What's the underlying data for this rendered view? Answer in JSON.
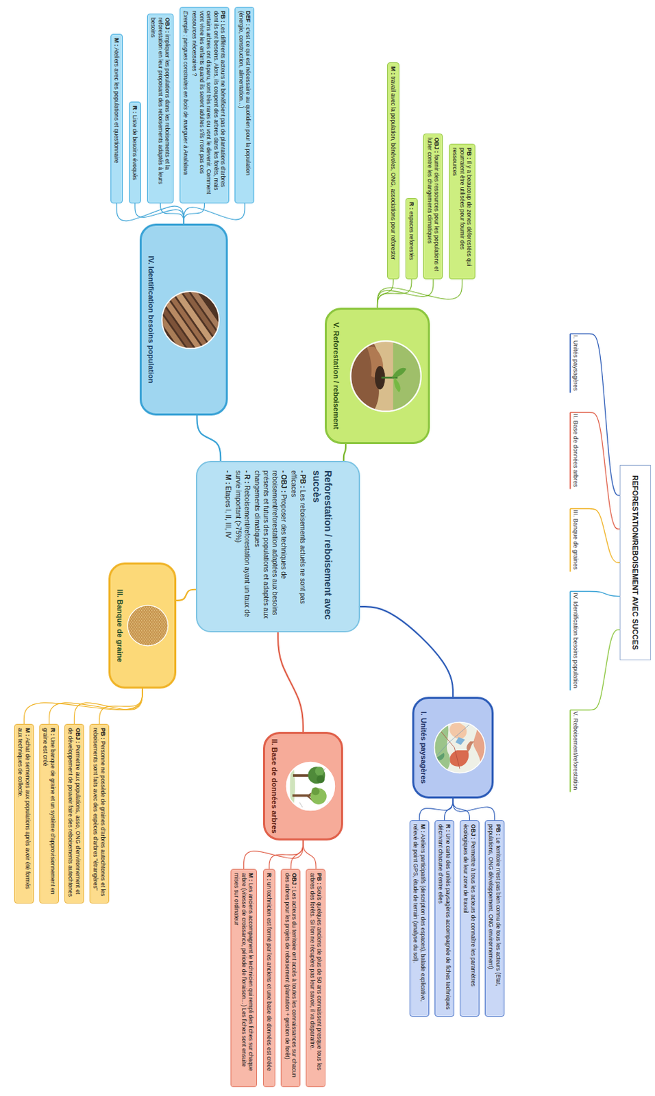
{
  "diagram": {
    "nodes": [
      {
        "text": [
          "REFORESTATION/REBOISEMENT AVEC SUCCES"
        ]
      },
      {
        "text": [
          "Reforestation / reboisement avec succès",
          "- PB : Les reboisements actuels ne sont pas efficaces",
          "- OBJ : Proposer des techniques de reboisement/reforestation adaptées aux besoins présents et futurs des populations et adaptés aux changements climatiques",
          "- R : Reboisement/reforestation ayant un taux de survie important (>75%)",
          "- M : Etapes I, II, III, IV"
        ]
      },
      {
        "text": [
          "I. Unités paysagères"
        ]
      },
      {
        "text": [
          "PB : Le territoire n'est pas bien connu de tous les acteurs (Etat, populations, ONG développement, ONG environnement)"
        ]
      },
      {
        "text": [
          "OBJ : Permettre à tous les acteurs de connaître les paramètres écologiques de leur zone de travail"
        ]
      },
      {
        "text": [
          "R : Une carte des unités paysagères accompagnée de fiches techniques décrivant chacune d'entre elles"
        ]
      },
      {
        "text": [
          "M : Ateliers participatifs (description des espaces), balade explicative, relevé de point GPS, étude de terrain (analyse du sol)."
        ]
      },
      {
        "text": [
          "II. Base de données arbres"
        ]
      },
      {
        "text": [
          "PB : Seuls quelques anciens de plus de 50 ans connaissent presque tous les arbres des forêts. Si l'on ne récupère pas leur savoir, il va disparaitre."
        ]
      },
      {
        "text": [
          "OBJ : Les acteurs du territoire ont accès à toutes les connaissances sur chacun des arbres pour les projets de reboisement (plantation + gestion de forêt)"
        ]
      },
      {
        "text": [
          "R : un technicien est formé par les anciens et une base de données est créée"
        ]
      },
      {
        "text": [
          "M : Les anciens accompagnent le technicien qui rempli des fiches sur chaque arbre (vitesse de croissance, période de floraison…) Les fiches sont ensuite mises sur ordinateur"
        ]
      },
      {
        "text": [
          "III. Banque de graine"
        ]
      },
      {
        "text": [
          "PB : Personne ne possède de graines d'arbres autochtones et les reboisements sont faits avec des espèces d'arbres \"étrangères\""
        ]
      },
      {
        "text": [
          "OBJ : Permettre aux populations, asso, ONG d'environnement et de développement de pouvoir faire des reboisements autochtones"
        ]
      },
      {
        "text": [
          "R : Une banque de graine et un système d'approvisionnement en graine est créé"
        ]
      },
      {
        "text": [
          "M : Achat de semences aux populations après avoir été formés aux techniques de collecte."
        ]
      },
      {
        "text": [
          "IV. Identification besoins population"
        ]
      },
      {
        "text": [
          "DEF : c'est ce qui est nécessaire au quotidien pour la population (énergie, construction, alimentation…)"
        ]
      },
      {
        "text": [
          "PB : Les différents acteurs ne bénéficient pas de plantations d'arbres dont ils ont besoins. Alors, ils coupent des arbres dans les forêts, mais certains arbres ont disparu, sont très rares ou vont le devenir. Comment vont vivre les enfants quand ils seront adultes s'ils n'ont pas ces ressources nécessaires ?",
          "Exemple : pirogues construites en bois de manguier à Analalava"
        ]
      },
      {
        "text": [
          "OBJ : impliquer les populations dans les reboisements et la reforestation en leur proposant des reboisements adaptés à leurs besoins"
        ]
      },
      {
        "text": [
          "R : Liste de besoins évoqués"
        ]
      },
      {
        "text": [
          "M : Ateliers avec les populations et questionnaire"
        ]
      },
      {
        "text": [
          "V. Reforestation / reboisement"
        ]
      },
      {
        "text": [
          "PB : Il y a beaucoup de zones déforestées qui pourraient être utilisées pour fournir des ressources"
        ]
      },
      {
        "text": [
          "OBJ : fournir des ressources pour les populations et lutter contre les changements climatiques"
        ]
      },
      {
        "text": [
          "R : espaces reforestés"
        ]
      },
      {
        "text": [
          "M : travail avec la population, bénévoles, ONG, associations pour reforester"
        ]
      }
    ],
    "edges": [
      {
        "from": 1,
        "to": 2,
        "arrow": "none"
      },
      {
        "from": 1,
        "to": 7,
        "arrow": "none"
      },
      {
        "from": 1,
        "to": 12,
        "arrow": "none"
      },
      {
        "from": 1,
        "to": 17,
        "arrow": "none"
      },
      {
        "from": 1,
        "to": 23,
        "arrow": "none"
      },
      {
        "from": 2,
        "to": 3,
        "arrow": "none"
      },
      {
        "from": 2,
        "to": 4,
        "arrow": "none"
      },
      {
        "from": 2,
        "to": 5,
        "arrow": "none"
      },
      {
        "from": 2,
        "to": 6,
        "arrow": "none"
      },
      {
        "from": 7,
        "to": 8,
        "arrow": "none"
      },
      {
        "from": 7,
        "to": 9,
        "arrow": "none"
      },
      {
        "from": 7,
        "to": 10,
        "arrow": "none"
      },
      {
        "from": 7,
        "to": 11,
        "arrow": "none"
      },
      {
        "from": 12,
        "to": 13,
        "arrow": "none"
      },
      {
        "from": 12,
        "to": 14,
        "arrow": "none"
      },
      {
        "from": 12,
        "to": 15,
        "arrow": "none"
      },
      {
        "from": 12,
        "to": 16,
        "arrow": "none"
      },
      {
        "from": 17,
        "to": 18,
        "arrow": "none"
      },
      {
        "from": 17,
        "to": 19,
        "arrow": "none"
      },
      {
        "from": 17,
        "to": 20,
        "arrow": "none"
      },
      {
        "from": 17,
        "to": 21,
        "arrow": "none"
      },
      {
        "from": 17,
        "to": 22,
        "arrow": "none"
      },
      {
        "from": 23,
        "to": 24,
        "arrow": "none"
      },
      {
        "from": 23,
        "to": 25,
        "arrow": "none"
      },
      {
        "from": 23,
        "to": 26,
        "arrow": "none"
      },
      {
        "from": 23,
        "to": 27,
        "arrow": "none"
      }
    ],
    "labels": [
      "I. Unités paysagères",
      "II. Base de données arbres",
      "III. Banque de graines",
      "IV. Identification besoins population",
      "V. Reboisement/reforestation"
    ]
  }
}
